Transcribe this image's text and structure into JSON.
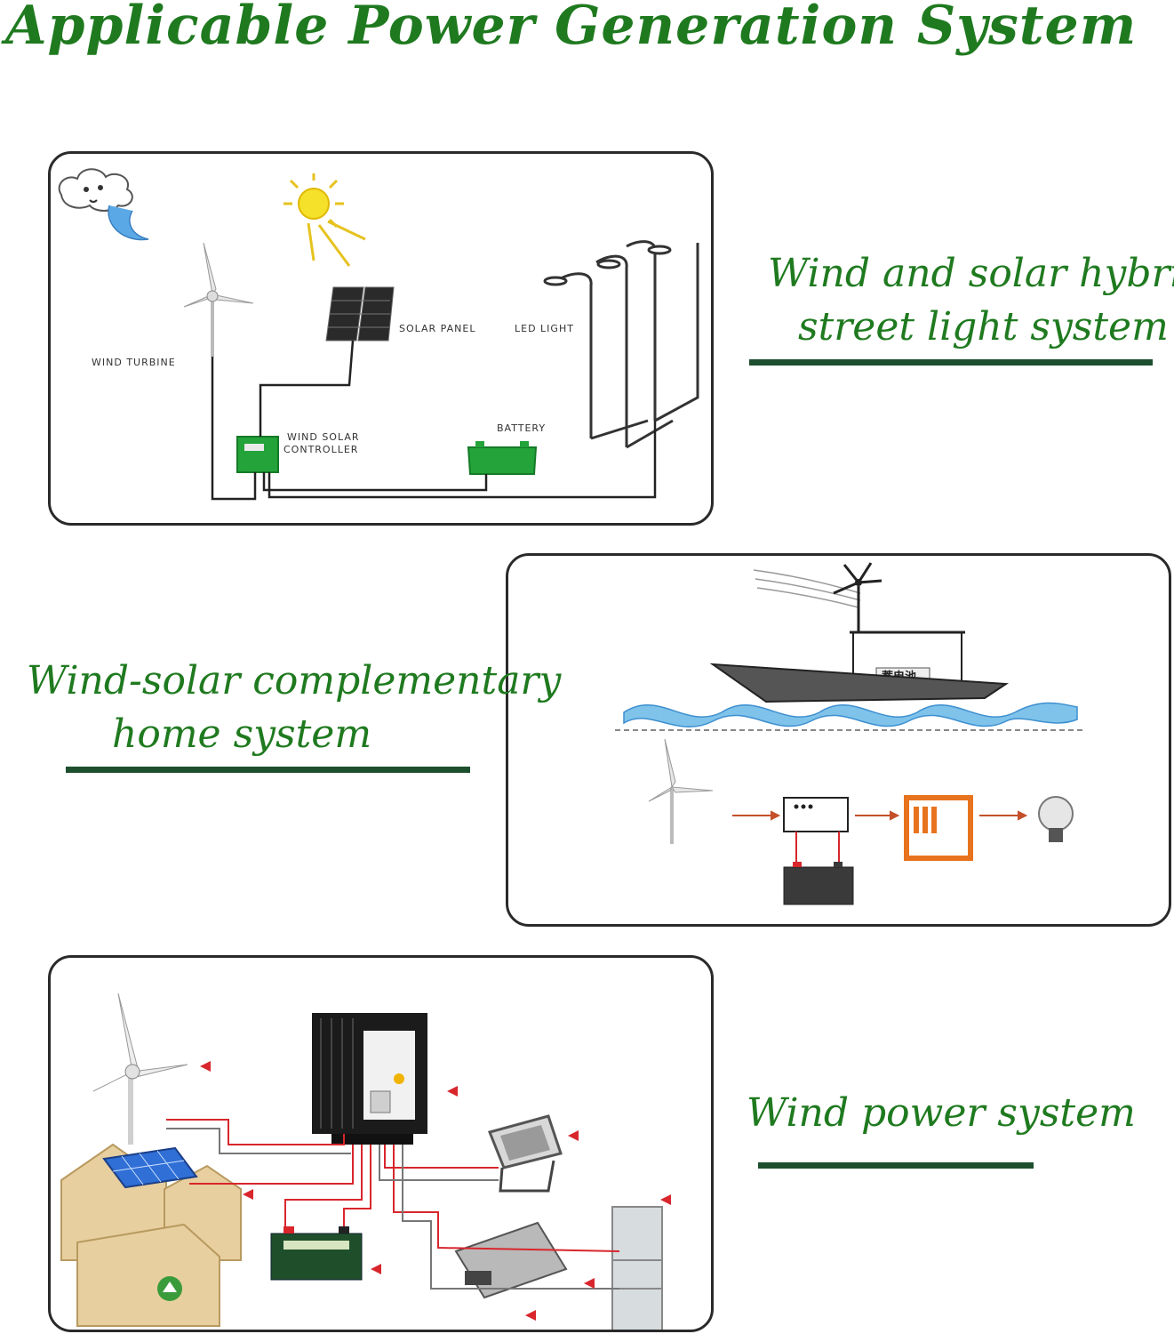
{
  "title": "Applicable Power Generation System",
  "systems": [
    {
      "caption_lines": [
        "Wind and solar hybrid",
        "street light system"
      ],
      "labels": {
        "wind_turbine": "WIND TURBINE",
        "solar_panel": "SOLAR PANEL",
        "led_light": "LED LIGHT",
        "controller_line1": "WIND SOLAR",
        "controller_line2": "CONTROLLER",
        "battery": "BATTERY"
      }
    },
    {
      "caption_lines": [
        "Wind-solar complementary",
        "home system"
      ],
      "labels": {
        "boat_battery": "蓄电池"
      }
    },
    {
      "caption_lines": [
        "Wind power system"
      ]
    }
  ],
  "colors": {
    "title": "#1f7a1f",
    "caption": "#1f7a1f",
    "rule": "#1d4f2e",
    "panel_border": "#2a2a2a",
    "controller": "#23a33a",
    "water": "#7fc3ea",
    "inverter_orange": "#e8731e",
    "arrow_red": "#d8262c"
  },
  "icons": [
    "wind-cloud-icon",
    "sun-icon",
    "wind-turbine-icon",
    "solar-panel-icon",
    "street-light-icon",
    "controller-icon",
    "battery-icon",
    "boat-icon",
    "light-bulb-icon",
    "floodlight-icon",
    "inverter-icon",
    "refrigerator-icon",
    "house-icon",
    "recycle-icon"
  ]
}
